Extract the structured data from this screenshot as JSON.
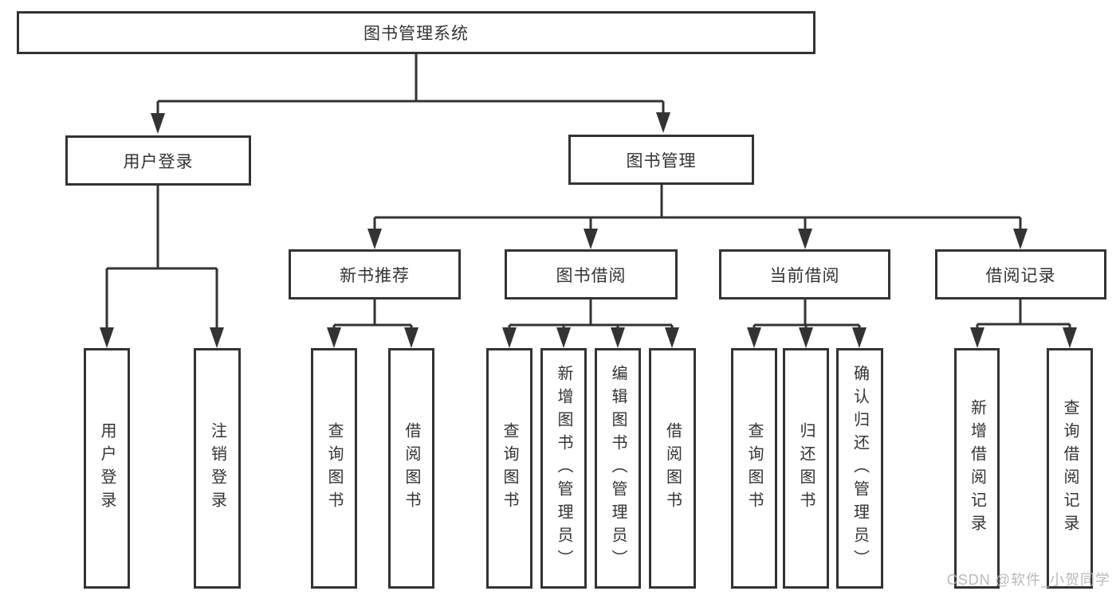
{
  "tree": {
    "label": "图书管理系统",
    "children": [
      {
        "label": "用户登录",
        "children": [
          {
            "label": "用户登录"
          },
          {
            "label": "注销登录"
          }
        ]
      },
      {
        "label": "图书管理",
        "children": [
          {
            "label": "新书推荐",
            "children": [
              {
                "label": "查询图书"
              },
              {
                "label": "借阅图书"
              }
            ]
          },
          {
            "label": "图书借阅",
            "children": [
              {
                "label": "查询图书"
              },
              {
                "label": "新增图书（管理员）"
              },
              {
                "label": "编辑图书（管理员）"
              },
              {
                "label": "借阅图书"
              }
            ]
          },
          {
            "label": "当前借阅",
            "children": [
              {
                "label": "查询图书"
              },
              {
                "label": "归还图书"
              },
              {
                "label": "确认归还（管理员）"
              }
            ]
          },
          {
            "label": "借阅记录",
            "children": [
              {
                "label": "新增借阅记录"
              },
              {
                "label": "查询借阅记录"
              }
            ]
          }
        ]
      }
    ]
  },
  "watermark": {
    "text": "CSDN @软件_小贺同学"
  },
  "colors": {
    "line": "#333333",
    "box_border": "#333333",
    "box_fill": "#ffffff",
    "text": "#333333",
    "watermark": "#b9b9b9",
    "background": "#ffffff"
  }
}
